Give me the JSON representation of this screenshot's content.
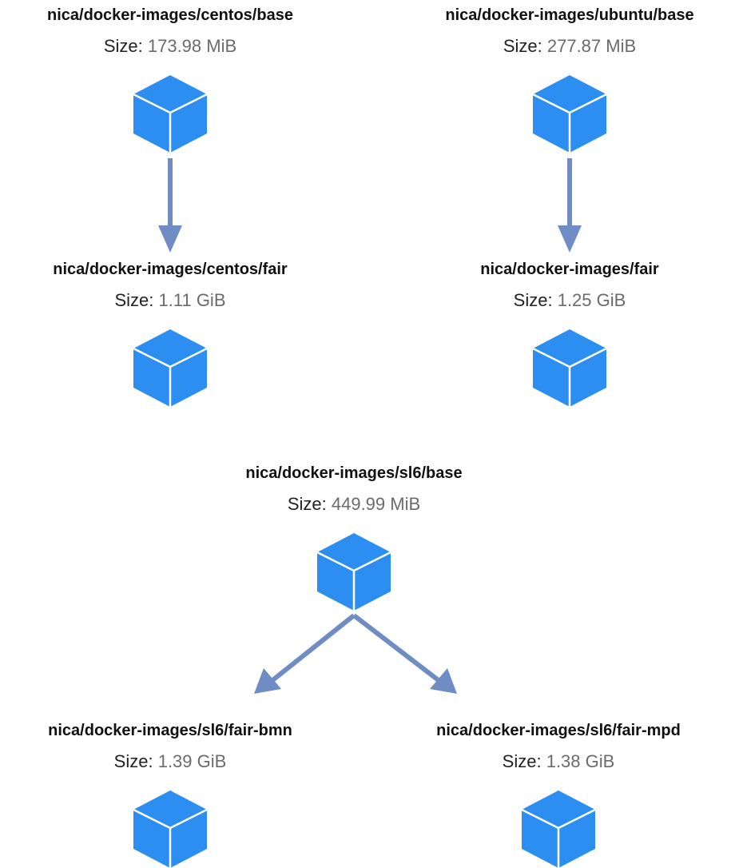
{
  "colors": {
    "cube_fill": "#2b8ef0",
    "cube_line": "#ffffff",
    "arrow": "#6f8cc4"
  },
  "icons": {
    "image": "cube-icon",
    "relation": "arrow"
  },
  "nodes": [
    {
      "name": "nica/docker-images/centos/base",
      "size_label": "Size: ",
      "size_value": "173.98 MiB"
    },
    {
      "name": "nica/docker-images/ubuntu/base",
      "size_label": "Size: ",
      "size_value": "277.87 MiB"
    },
    {
      "name": "nica/docker-images/centos/fair",
      "size_label": "Size: ",
      "size_value": "1.11 GiB"
    },
    {
      "name": "nica/docker-images/fair",
      "size_label": "Size: ",
      "size_value": "1.25 GiB"
    },
    {
      "name": "nica/docker-images/sl6/base",
      "size_label": "Size: ",
      "size_value": "449.99 MiB"
    },
    {
      "name": "nica/docker-images/sl6/fair-bmn",
      "size_label": "Size: ",
      "size_value": "1.39 GiB"
    },
    {
      "name": "nica/docker-images/sl6/fair-mpd",
      "size_label": "Size: ",
      "size_value": "1.38 GiB"
    }
  ],
  "edges": [
    {
      "from": "nica/docker-images/centos/base",
      "to": "nica/docker-images/centos/fair"
    },
    {
      "from": "nica/docker-images/ubuntu/base",
      "to": "nica/docker-images/fair"
    },
    {
      "from": "nica/docker-images/sl6/base",
      "to": "nica/docker-images/sl6/fair-bmn"
    },
    {
      "from": "nica/docker-images/sl6/base",
      "to": "nica/docker-images/sl6/fair-mpd"
    }
  ]
}
